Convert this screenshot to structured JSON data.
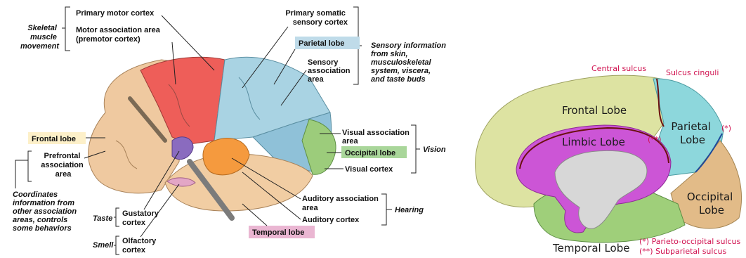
{
  "left": {
    "skeletal": [
      "Skeletal",
      "muscle",
      "movement"
    ],
    "primary_motor": "Primary motor cortex",
    "motor_assoc": [
      "Motor association area",
      "(premotor cortex)"
    ],
    "primary_somatic": [
      "Primary  somatic",
      "sensory  cortex"
    ],
    "parietal": "Parietal  lobe",
    "sensory_info": [
      "Sensory information",
      "from skin,",
      "musculoskeletal",
      "system, viscera,",
      "and taste buds"
    ],
    "sensory_assoc": [
      "Sensory",
      "association",
      "area"
    ],
    "frontal": "Frontal lobe",
    "prefrontal": [
      "Prefrontal",
      "association",
      "area"
    ],
    "visual_assoc": [
      "Visual association",
      "area"
    ],
    "occipital": "Occipital  lobe",
    "vision": "Vision",
    "visual_cortex": "Visual cortex",
    "coordinates": [
      "Coordinates",
      "information from",
      "other association",
      "areas, controls",
      "some behaviors"
    ],
    "auditory_assoc": [
      "Auditory association",
      "area"
    ],
    "hearing": "Hearing",
    "auditory_cortex": "Auditory cortex",
    "taste": "Taste",
    "gustatory": [
      "Gustatory",
      "cortex"
    ],
    "temporal": "Temporal lobe",
    "smell": "Smell",
    "olfactory": [
      "Olfactory",
      "cortex"
    ]
  },
  "right": {
    "central_sulcus": "Central sulcus",
    "sulcus_cinguli": "Sulcus cinguli",
    "frontal": "Frontal Lobe",
    "parietal": [
      "Parietal",
      "Lobe"
    ],
    "star": "(*)",
    "limbic": "Limbic Lobe",
    "double_star": "(**)",
    "occipital": [
      "Occipital",
      "Lobe"
    ],
    "temporal": "Temporal Lobe",
    "legend1": "(*) Parieto-occipital sulcus",
    "legend2": "(**) Subparietal sulcus"
  }
}
